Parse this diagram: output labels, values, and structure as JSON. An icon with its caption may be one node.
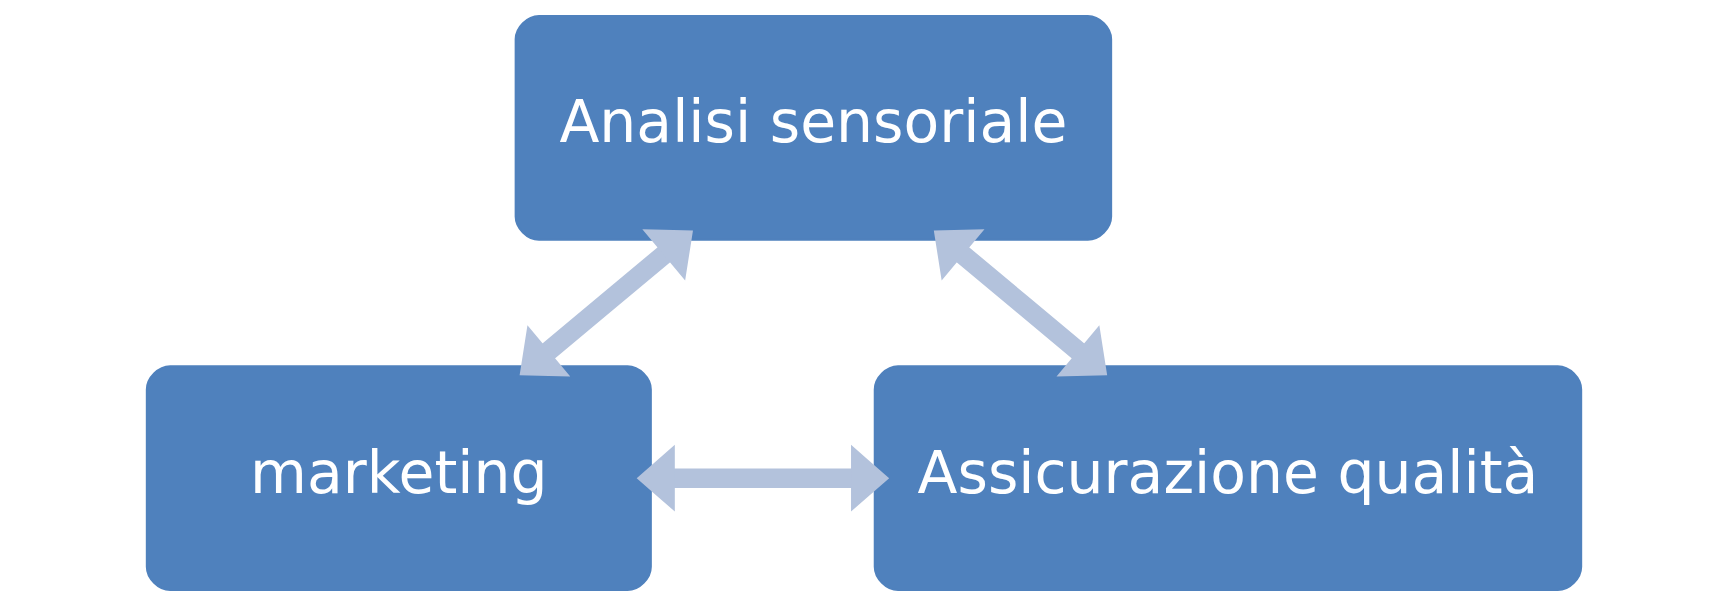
{
  "diagram": {
    "nodes": [
      {
        "text": [
          "Analisi sensoriale"
        ]
      },
      {
        "text": [
          "marketing"
        ]
      },
      {
        "text": [
          "Assicurazione qualità"
        ]
      }
    ],
    "edges": [
      {
        "from": 1,
        "to": 0,
        "arrow": "both"
      },
      {
        "from": 0,
        "to": 2,
        "arrow": "both"
      },
      {
        "from": 1,
        "to": 2,
        "arrow": "both"
      }
    ]
  }
}
